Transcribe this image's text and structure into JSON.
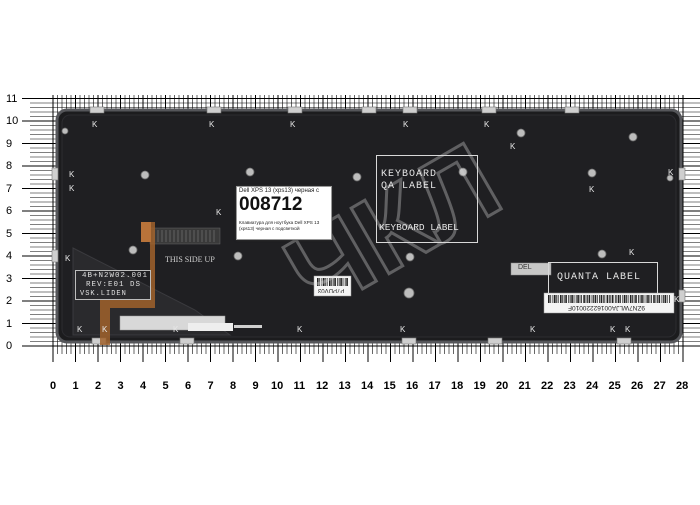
{
  "ruler": {
    "x_ticks": [
      "0",
      "1",
      "2",
      "3",
      "4",
      "5",
      "6",
      "7",
      "8",
      "9",
      "10",
      "11",
      "12",
      "13",
      "14",
      "15",
      "16",
      "17",
      "18",
      "19",
      "20",
      "21",
      "22",
      "23",
      "24",
      "25",
      "26",
      "27",
      "28"
    ],
    "y_ticks": [
      "11",
      "10",
      "9",
      "8",
      "7",
      "6",
      "5",
      "4",
      "3",
      "2",
      "1",
      "0"
    ]
  },
  "keyboard": {
    "labels": {
      "keyboard_qa": [
        "KEYBOARD",
        "QA LABEL"
      ],
      "keyboard_label": "KEYBOARD LABEL",
      "quanta_label": "QUANTA LABEL",
      "this_side_up": "THIS SIDE UP",
      "part_box": [
        "4B+N2W02.001",
        "REV:E01 DS",
        "VSK.LIDEN"
      ],
      "barcode_small": "P7PDV03",
      "barcode_long": "9ZN7WLJA00162220010F",
      "mini_tag": "DEL"
    },
    "screw_mark": "K"
  },
  "sticker": {
    "title": "Dell XPS 13 (xps13) черная с",
    "code": "008712",
    "description": "Клавиатура для ноутбука Dell XPS 13 (xps13) черная с подсветкой"
  },
  "watermark": "ЧКЛ",
  "colors": {
    "keyboard_body": "#1c1c1e",
    "keyboard_edge": "#55565a",
    "ruler_line": "#000000",
    "cable": "#a0622c",
    "watermark": "#d9d9d9"
  }
}
